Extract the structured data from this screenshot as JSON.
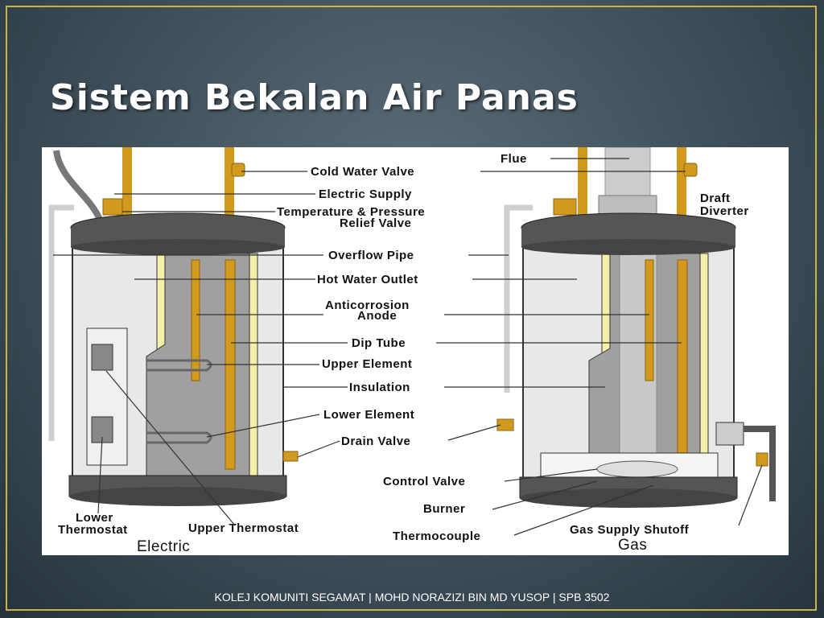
{
  "slide": {
    "title": "Sistem Bekalan Air Panas",
    "footer": "KOLEJ KOMUNITI SEGAMAT | MOHD NORAZIZI BIN MD YUSOP | SPB 3502"
  },
  "diagram": {
    "labels": {
      "flue": "Flue",
      "cold_water_valve": "Cold Water Valve",
      "electric_supply": "Electric Supply",
      "draft": "Draft",
      "diverter": "Diverter",
      "tp_relief_1": "Temperature & Pressure",
      "tp_relief_2": "Relief Valve",
      "overflow_pipe": "Overflow Pipe",
      "hot_water_outlet": "Hot Water Outlet",
      "anticorrosion": "Anticorrosion",
      "anode": "Anode",
      "dip_tube": "Dip Tube",
      "upper_element": "Upper Element",
      "insulation": "Insulation",
      "lower_element": "Lower Element",
      "drain_valve": "Drain Valve",
      "control_valve": "Control Valve",
      "burner": "Burner",
      "thermocouple": "Thermocouple",
      "lower": "Lower",
      "thermostat": "Thermostat",
      "upper_thermostat": "Upper Thermostat",
      "gas_supply_shutoff": "Gas Supply Shutoff"
    },
    "captions": {
      "electric": "Electric",
      "gas": "Gas"
    },
    "colors": {
      "pipe": "#d19a1e",
      "tank_outer": "#e8e8e8",
      "tank_inner": "#9a9a9a",
      "insulation": "#f4f0a8",
      "cap": "#555555"
    }
  }
}
